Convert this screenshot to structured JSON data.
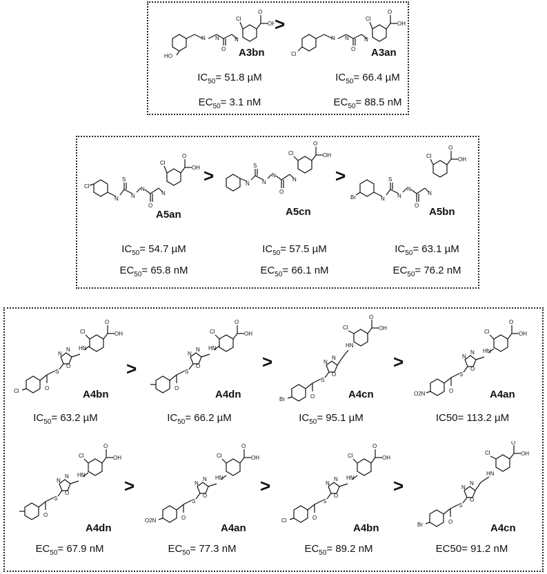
{
  "separator": ">",
  "groups": [
    {
      "compounds": [
        {
          "name": "A3bn",
          "ic50": "= 51.8 µM",
          "ec50": "= 3.1 nM",
          "sub": "HO"
        },
        {
          "name": "A3an",
          "ic50": "= 66.4 µM",
          "ec50": "= 88.5 nM",
          "sub": "Cl"
        }
      ]
    },
    {
      "compounds": [
        {
          "name": "A5an",
          "ic50": "= 54.7 µM",
          "ec50": "= 65.8 nM",
          "sub": "Cl"
        },
        {
          "name": "A5cn",
          "ic50": "= 57.5 µM",
          "ec50": "= 66.1 nM",
          "sub": ""
        },
        {
          "name": "A5bn",
          "ic50": "= 63.1 µM",
          "ec50": "= 76.2 nM",
          "sub": "Br"
        }
      ]
    },
    {
      "rows": [
        [
          {
            "name": "A4bn",
            "label": "IC",
            "value": "= 63.2 µM",
            "sub": "Cl"
          },
          {
            "name": "A4dn",
            "label": "IC",
            "value": "= 66.2 µM",
            "sub": ""
          },
          {
            "name": "A4cn",
            "label": "IC",
            "value": "= 95.1 µM",
            "sub": "Br"
          },
          {
            "name": "A4an",
            "label": "IC50",
            "value": "= 113.2 µM",
            "sub": "O2N"
          }
        ],
        [
          {
            "name": "A4dn",
            "label": "EC",
            "value": "= 67.9 nM",
            "sub": ""
          },
          {
            "name": "A4an",
            "label": "EC",
            "value": "= 77.3 nM",
            "sub": "O2N"
          },
          {
            "name": "A4bn",
            "label": "EC",
            "value": "= 89.2 nM",
            "sub": "Cl"
          },
          {
            "name": "A4cn",
            "label": "EC50",
            "value": "= 91.2 nM",
            "sub": "Br"
          }
        ]
      ]
    }
  ]
}
